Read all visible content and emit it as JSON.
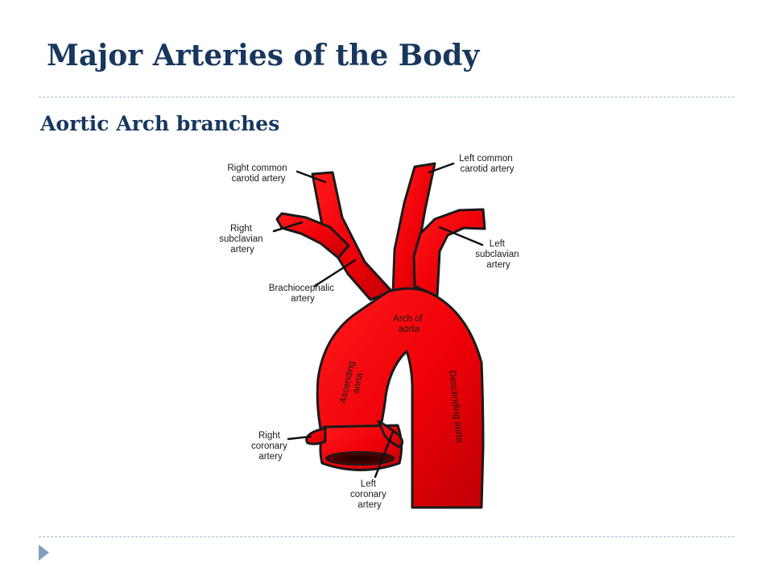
{
  "slide": {
    "title": "Major Arteries of the Body",
    "subtitle": "Aortic Arch branches"
  },
  "diagram": {
    "labels": {
      "right_common_carotid": [
        "Right common",
        "carotid artery"
      ],
      "left_common_carotid": [
        "Left common",
        "carotid artery"
      ],
      "right_subclavian": [
        "Right",
        "subclavian",
        "artery"
      ],
      "left_subclavian": [
        "Left",
        "subclavian",
        "artery"
      ],
      "brachiocephalic": [
        "Brachiocephalic",
        "artery"
      ],
      "arch_of_aorta": [
        "Arch of",
        "aorta"
      ],
      "ascending_aorta": [
        "Ascending",
        "aorta"
      ],
      "descending_aorta": "Descending aorta",
      "right_coronary": [
        "Right",
        "coronary",
        "artery"
      ],
      "left_coronary": [
        "Left",
        "coronary",
        "artery"
      ]
    },
    "colors": {
      "artery_fill": "#e8000a",
      "artery_stroke": "#1a1a1a",
      "title_color": "#17375e"
    }
  }
}
